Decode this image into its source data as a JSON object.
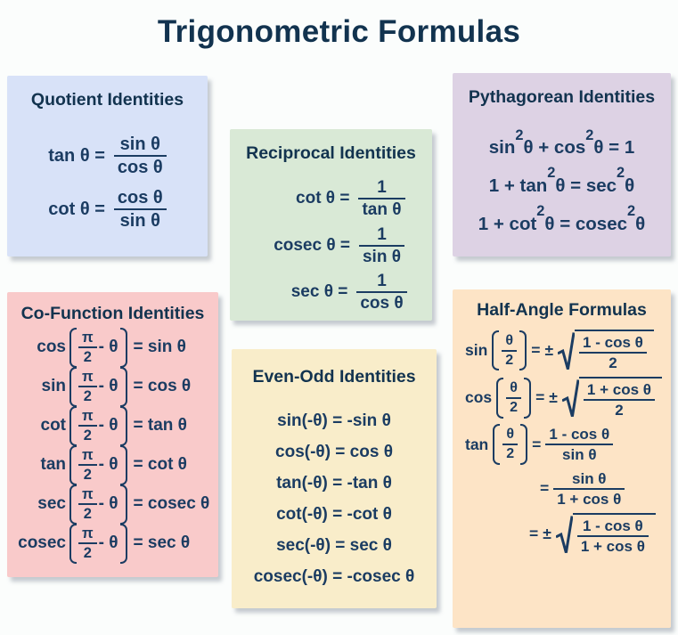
{
  "page": {
    "title": "Trigonometric Formulas"
  },
  "colors": {
    "page_bg": "#fbfdfc",
    "title_color": "#12334f",
    "formula_color": "#1b3c62",
    "quotient_bg": "#d8e2f8",
    "reciprocal_bg": "#d9e9d6",
    "pythagorean_bg": "#ddd2e4",
    "cofunction_bg": "#f9caca",
    "evenodd_bg": "#f9edca",
    "halfangle_bg": "#fde4c6"
  },
  "cards": {
    "quotient": {
      "title": "Quotient Identities",
      "rows": [
        {
          "lhs": "tan θ =",
          "num": "sin θ",
          "den": "cos θ"
        },
        {
          "lhs": "cot θ =",
          "num": "cos θ",
          "den": "sin θ"
        }
      ]
    },
    "reciprocal": {
      "title": "Reciprocal Identities",
      "rows": [
        {
          "lhs": "cot θ =",
          "num": "1",
          "den": "tan θ"
        },
        {
          "lhs": "cosec θ =",
          "num": "1",
          "den": "sin θ"
        },
        {
          "lhs": "sec θ =",
          "num": "1",
          "den": "cos θ"
        }
      ]
    },
    "pythagorean": {
      "title": "Pythagorean Identities",
      "rows": [
        {
          "a": "sin",
          "asup": "2",
          "b": "θ + cos",
          "bsup": "2",
          "c": "θ = 1"
        },
        {
          "a": "1 + tan",
          "asup": "2",
          "b": "θ = sec",
          "bsup": "2",
          "c": "θ"
        },
        {
          "a": "1 + cot",
          "asup": "2",
          "b": "θ = cosec",
          "bsup": "2",
          "c": "θ"
        }
      ]
    },
    "cofunction": {
      "title": "Co-Function Identities",
      "rows": [
        {
          "fn": "cos",
          "num": "π",
          "den": "2",
          "tail": "- θ",
          "rhs": "= sin θ"
        },
        {
          "fn": "sin",
          "num": "π",
          "den": "2",
          "tail": "- θ",
          "rhs": "= cos θ"
        },
        {
          "fn": "cot",
          "num": "π",
          "den": "2",
          "tail": "- θ",
          "rhs": "= tan θ"
        },
        {
          "fn": "tan",
          "num": "π",
          "den": "2",
          "tail": "- θ",
          "rhs": "= cot θ"
        },
        {
          "fn": "sec",
          "num": "π",
          "den": "2",
          "tail": "- θ",
          "rhs": "= cosec θ"
        },
        {
          "fn": "cosec",
          "num": "π",
          "den": "2",
          "tail": "- θ",
          "rhs": "= sec θ"
        }
      ]
    },
    "evenodd": {
      "title": "Even-Odd Identities",
      "rows": [
        {
          "text": "sin(-θ) = -sin θ"
        },
        {
          "text": "cos(-θ) = cos θ"
        },
        {
          "text": "tan(-θ) = -tan θ"
        },
        {
          "text": "cot(-θ) = -cot θ"
        },
        {
          "text": "sec(-θ) = sec θ"
        },
        {
          "text": "cosec(-θ) = -cosec θ"
        }
      ]
    },
    "halfangle": {
      "title": "Half-Angle Formulas",
      "sin": {
        "fn": "sin",
        "bnum": "θ",
        "bden": "2",
        "eq": "=",
        "pm": "±",
        "num": "1 - cos θ",
        "den": "2"
      },
      "cos": {
        "fn": "cos",
        "bnum": "θ",
        "bden": "2",
        "eq": "=",
        "pm": "±",
        "num": "1 + cos θ",
        "den": "2"
      },
      "tan1": {
        "fn": "tan",
        "bnum": "θ",
        "bden": "2",
        "eq": "=",
        "num": "1 - cos θ",
        "den": "sin θ"
      },
      "tan2": {
        "eq": "=",
        "num": "sin θ",
        "den": "1 + cos θ"
      },
      "tan3": {
        "eq": "=",
        "pm": "±",
        "num": "1 - cos θ",
        "den": "1 + cos θ"
      }
    }
  }
}
